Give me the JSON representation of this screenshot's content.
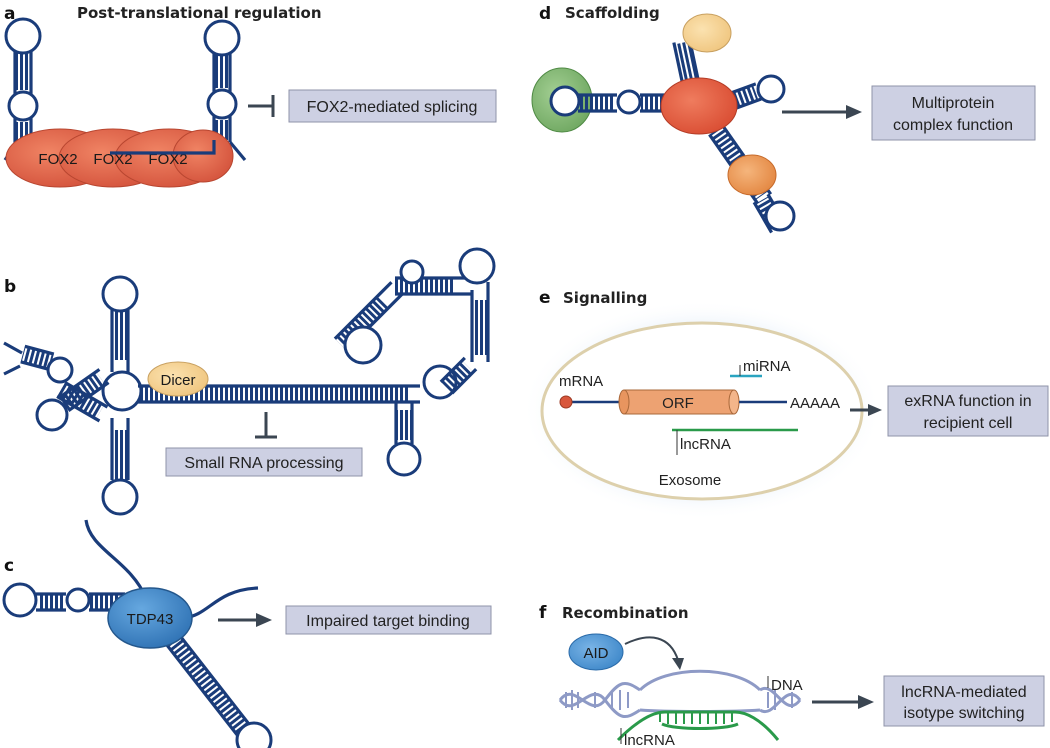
{
  "panels": {
    "a": {
      "letter": "a",
      "title": "Post-translational regulation",
      "proteins": [
        "FOX2",
        "FOX2",
        "FOX2"
      ],
      "outcome": "FOX2-mediated splicing"
    },
    "b": {
      "letter": "b",
      "protein": "Dicer",
      "outcome": "Small RNA processing"
    },
    "c": {
      "letter": "c",
      "protein": "TDP43",
      "outcome": "Impaired target binding"
    },
    "d": {
      "letter": "d",
      "title": "Scaffolding",
      "outcome_line1": "Multiprotein",
      "outcome_line2": "complex function"
    },
    "e": {
      "letter": "e",
      "title": "Signalling",
      "mrna": "mRNA",
      "orf": "ORF",
      "polya": "AAAAA",
      "mirna": "miRNA",
      "lncrna": "lncRNA",
      "exosome": "Exosome",
      "outcome_line1": "exRNA function in",
      "outcome_line2": "recipient cell"
    },
    "f": {
      "letter": "f",
      "title": "Recombination",
      "protein": "AID",
      "dna": "DNA",
      "lncrna": "lncRNA",
      "outcome_line1": "lncRNA-mediated",
      "outcome_line2": "isotype switching"
    }
  },
  "colors": {
    "rna": "#1a3c7a",
    "box_fill": "#cdd0e3",
    "arrow": "#3b4652",
    "fox2": "#e0664a",
    "dicer": "#f6d496",
    "tdp43": "#3f87c9",
    "green_protein": "#86bb78",
    "orange_protein": "#ec9a58",
    "red_protein": "#e55a3e",
    "orf": "#eda272",
    "exosome_border": "#ddd0ac",
    "mirna": "#2aa4c0",
    "lncrna": "#2a9a4a",
    "dna": "#8e9ac6",
    "aid": "#4d96d6"
  }
}
